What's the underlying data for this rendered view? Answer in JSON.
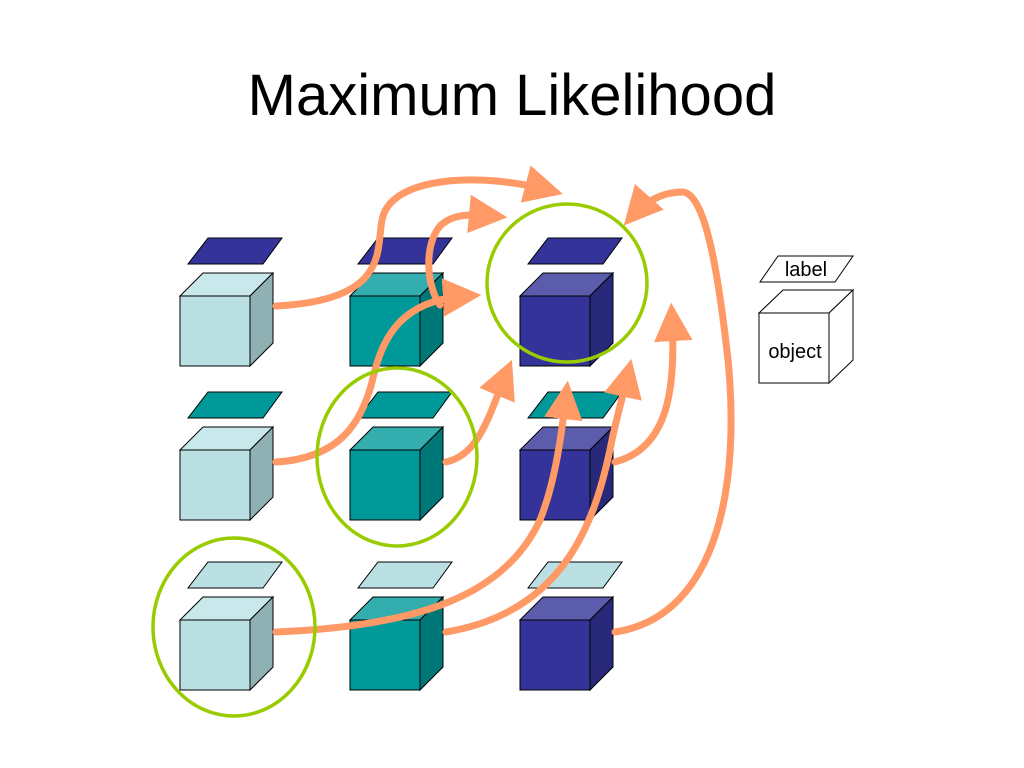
{
  "slide": {
    "title": "Maximum Likelihood"
  },
  "legend": {
    "label_text": "label",
    "object_text": "object"
  },
  "colors": {
    "light": {
      "front": "#bbe0e3",
      "top": "#c9e8eb",
      "side": "#8fb1b4",
      "plate": "#bbe0e3"
    },
    "teal": {
      "front": "#009999",
      "top": "#33adad",
      "side": "#007777",
      "plate": "#009999"
    },
    "navy": {
      "front": "#333399",
      "top": "#5c5cad",
      "side": "#29297a",
      "plate": "#333399"
    },
    "arrow": "#ff9966",
    "circle": "#99cc00",
    "outline": "#000000"
  },
  "grid": {
    "rows": [
      {
        "cells": [
          {
            "cube": "light",
            "label": "navy"
          },
          {
            "cube": "teal",
            "label": "navy"
          },
          {
            "cube": "navy",
            "label": "navy"
          }
        ]
      },
      {
        "cells": [
          {
            "cube": "light",
            "label": "teal"
          },
          {
            "cube": "teal",
            "label": "teal"
          },
          {
            "cube": "navy",
            "label": "teal"
          }
        ]
      },
      {
        "cells": [
          {
            "cube": "light",
            "label": "light"
          },
          {
            "cube": "teal",
            "label": "light"
          },
          {
            "cube": "navy",
            "label": "light"
          }
        ]
      }
    ],
    "highlighted_cells": [
      [
        0,
        2
      ],
      [
        1,
        1
      ],
      [
        2,
        0
      ]
    ]
  }
}
